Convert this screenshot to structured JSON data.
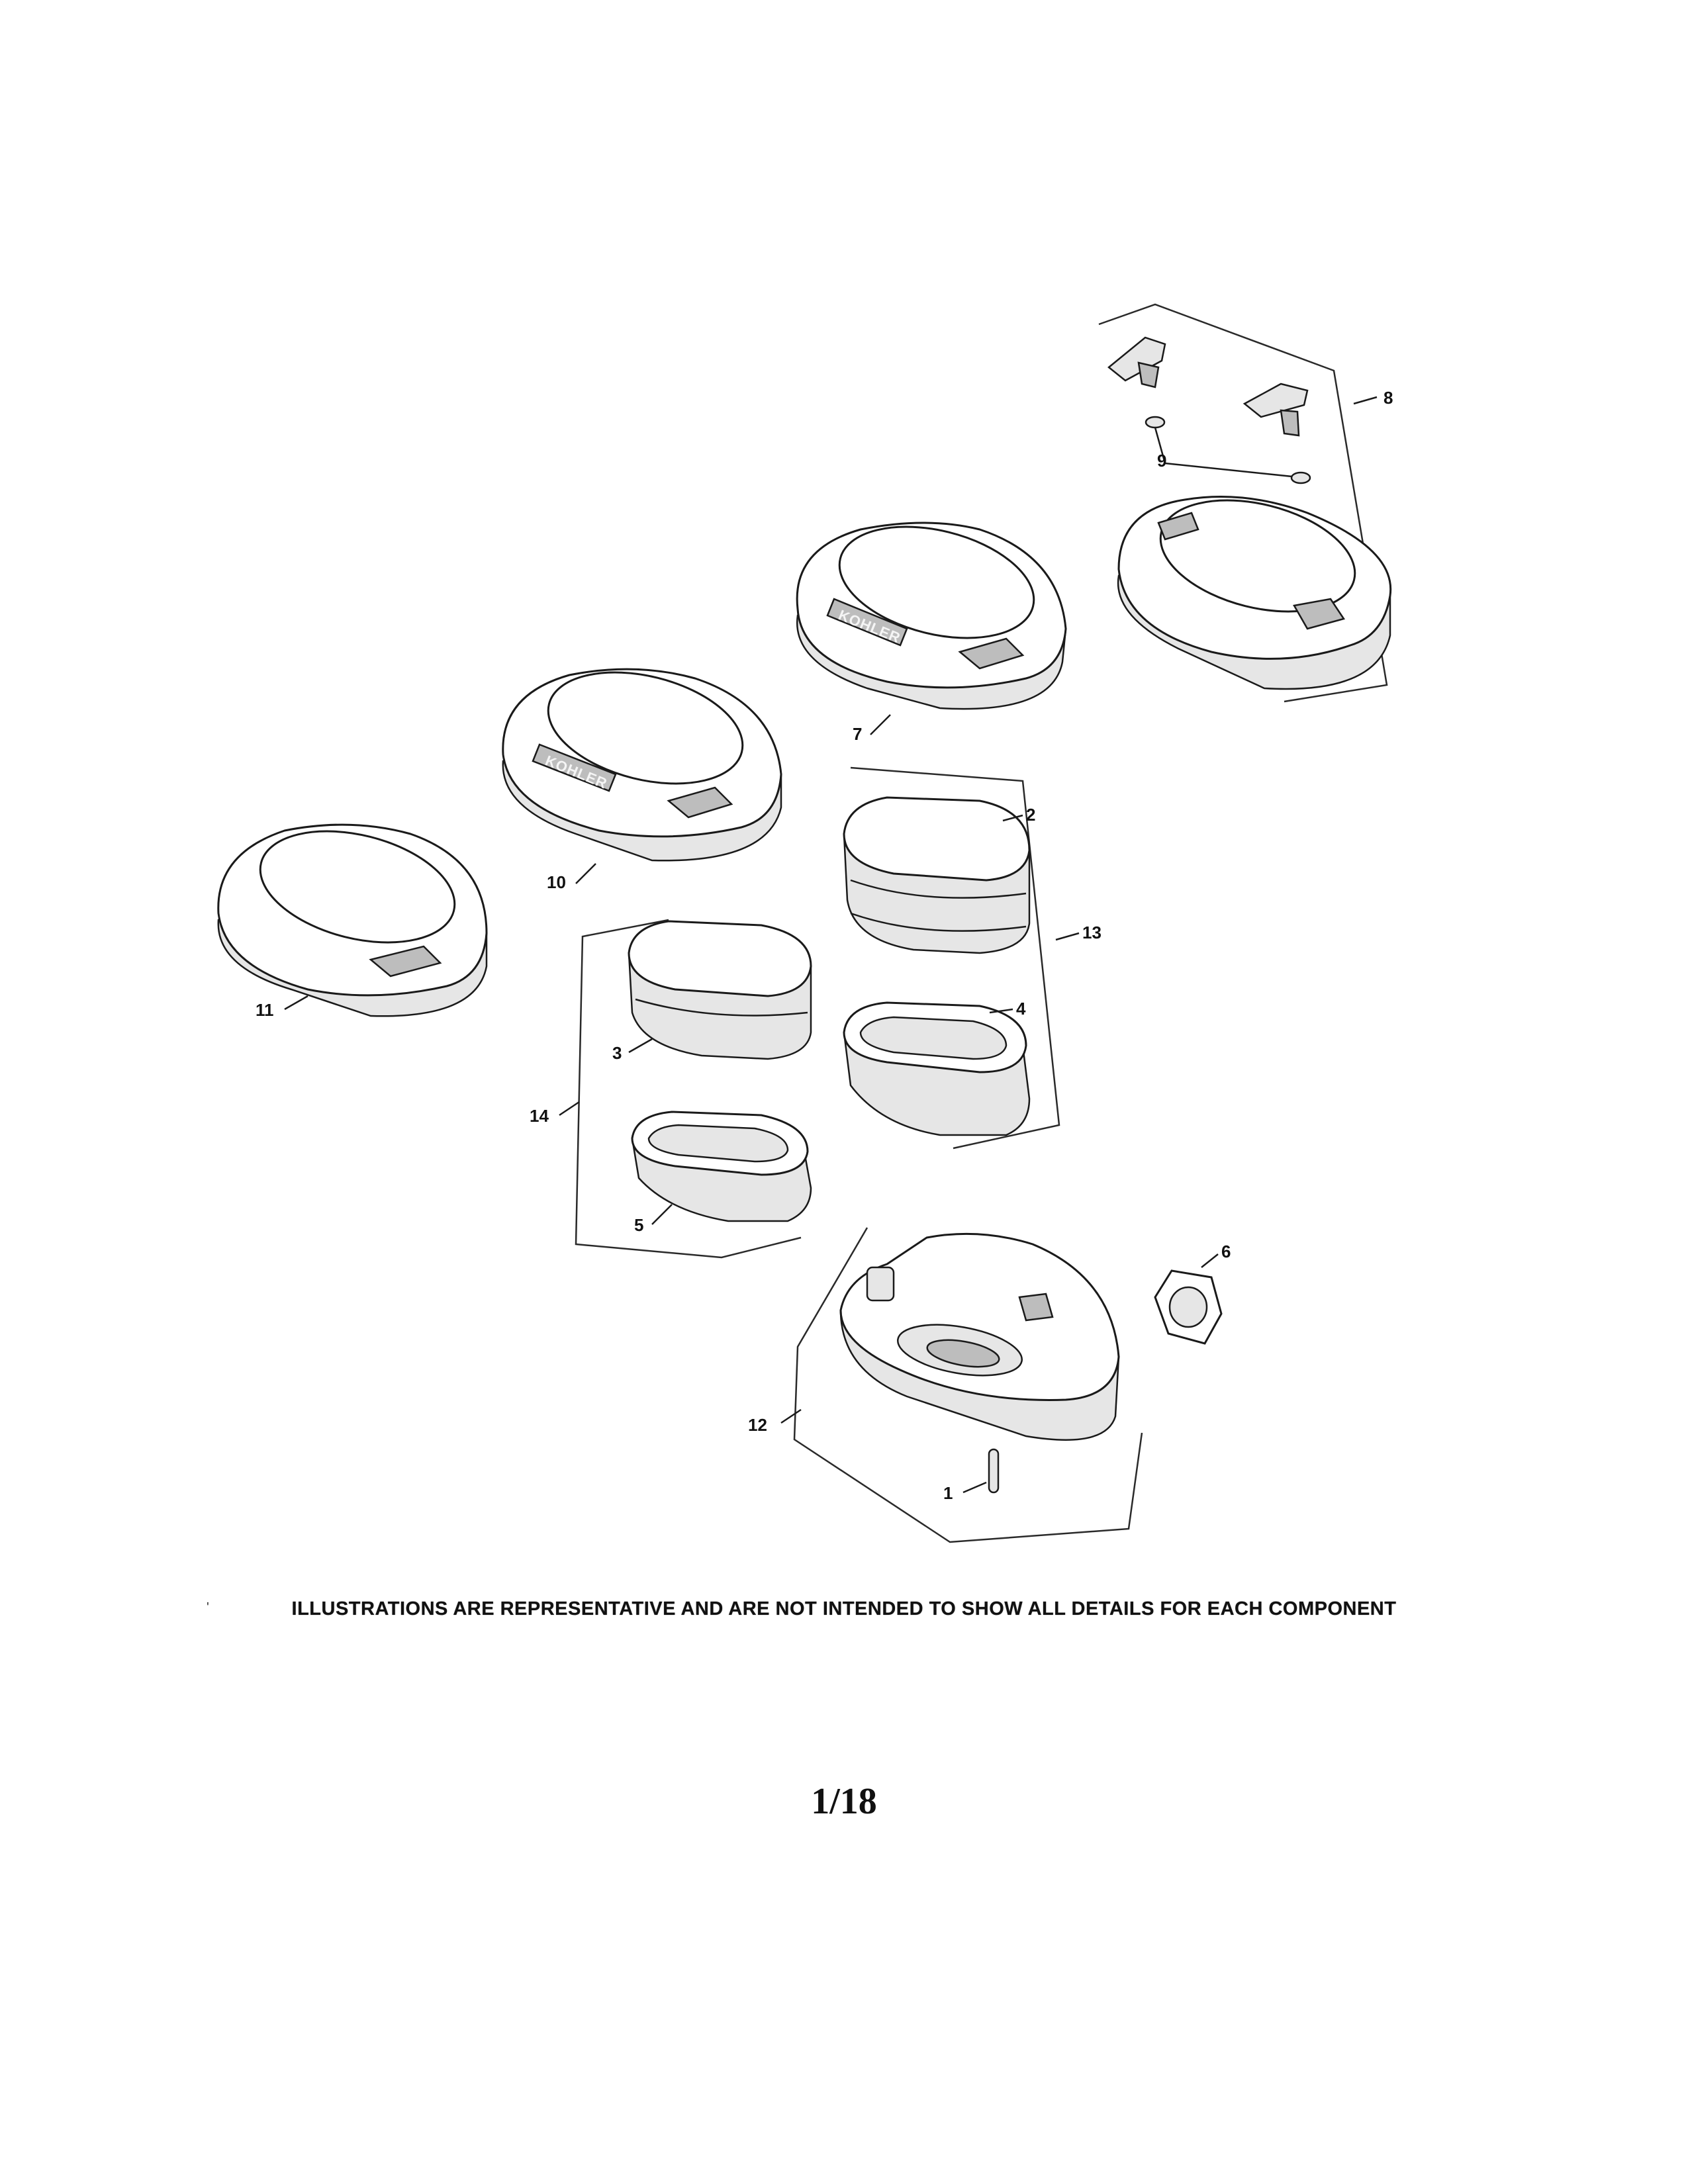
{
  "diagram": {
    "brand_marking": "KOHLER",
    "parts": [
      {
        "id": "p1",
        "label": "1",
        "name": "pin"
      },
      {
        "id": "p2",
        "label": "2",
        "name": "air filter element"
      },
      {
        "id": "p3",
        "label": "3",
        "name": "air filter element"
      },
      {
        "id": "p4",
        "label": "4",
        "name": "precleaner"
      },
      {
        "id": "p5",
        "label": "5",
        "name": "precleaner"
      },
      {
        "id": "p6",
        "label": "6",
        "name": "gasket"
      },
      {
        "id": "p7",
        "label": "7",
        "name": "air cleaner cover"
      },
      {
        "id": "p8",
        "label": "8",
        "name": "air cleaner cover kit"
      },
      {
        "id": "p9",
        "label": "9",
        "name": "knob seals"
      },
      {
        "id": "p10",
        "label": "10",
        "name": "air cleaner cover"
      },
      {
        "id": "p11",
        "label": "11",
        "name": "air cleaner cover"
      },
      {
        "id": "p12",
        "label": "12",
        "name": "air cleaner base"
      },
      {
        "id": "p13",
        "label": "13",
        "name": "element kit"
      },
      {
        "id": "p14",
        "label": "14",
        "name": "element kit"
      }
    ]
  },
  "footer": {
    "disclaimer": "ILLUSTRATIONS ARE REPRESENTATIVE AND ARE NOT INTENDED TO SHOW ALL DETAILS FOR EACH COMPONENT",
    "page_number": "1/18"
  }
}
